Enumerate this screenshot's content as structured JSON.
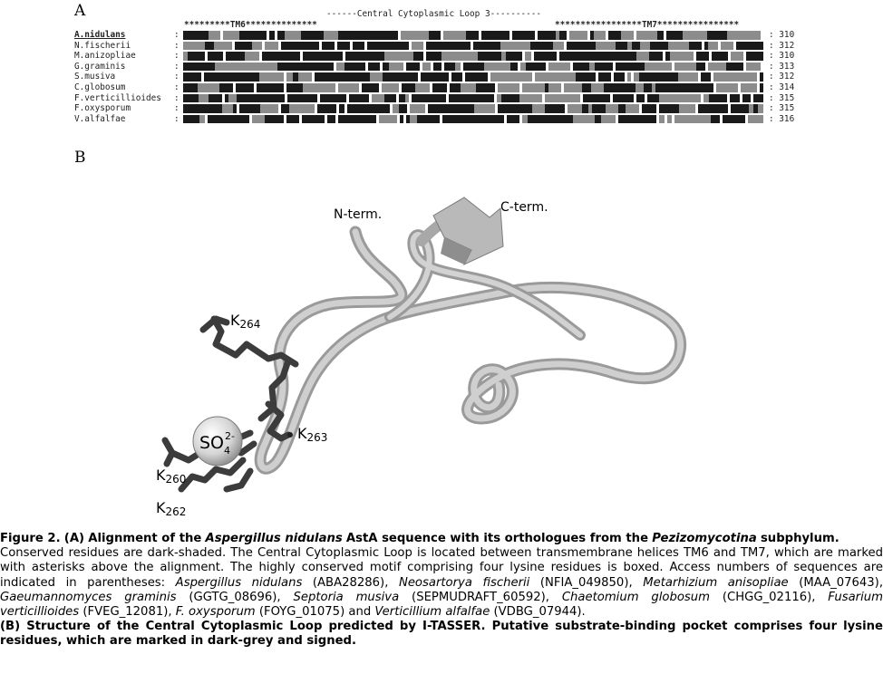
{
  "panel_a": {
    "label": "A",
    "loop_header": "------Central Cytoplasmic Loop 3----------",
    "tm6_marker": "*********TM6**************",
    "tm7_marker": "*****************TM7****************",
    "rows": [
      {
        "name": "A.nidulans",
        "bold": true,
        "end": "310"
      },
      {
        "name": "N.fischerii",
        "bold": false,
        "end": "312"
      },
      {
        "name": "M.anizopliae",
        "bold": false,
        "end": "310"
      },
      {
        "name": "G.graminis",
        "bold": false,
        "end": "313"
      },
      {
        "name": "S.musiva",
        "bold": false,
        "end": "312"
      },
      {
        "name": "C.globosum",
        "bold": false,
        "end": "314"
      },
      {
        "name": "F.verticillioides",
        "bold": false,
        "end": "315"
      },
      {
        "name": "F.oxysporum",
        "bold": false,
        "end": "315"
      },
      {
        "name": "V.alfalfae",
        "bold": false,
        "end": "316"
      }
    ]
  },
  "panel_b": {
    "label": "B",
    "n_term": "N-term.",
    "c_term": "C-term.",
    "k264": {
      "k": "K",
      "num": "264"
    },
    "k263": {
      "k": "K",
      "num": "263"
    },
    "k260": {
      "k": "K",
      "num": "260"
    },
    "k262": {
      "k": "K",
      "num": "262"
    },
    "so4": {
      "base": "SO",
      "sub": "4",
      "sup": "2-"
    }
  },
  "caption": {
    "fig_label": "Figure 2.",
    "a_marker": "(A)",
    "a_title_1": "Alignment of the",
    "a_species": "Aspergillus nidulans",
    "a_title_2": "AstA sequence with its orthologues from the",
    "a_subphylum": "Pezizomycotina",
    "a_title_3": "subphylum.",
    "body_1": "Conserved residues are dark-shaded. The Central Cytoplasmic Loop is located between transmembrane helices TM6 and TM7, which are marked with asterisks above the alignment. The highly conserved motif comprising four lysine residues is boxed. Access numbers of sequences are indicated in parentheses:",
    "sp1": "Aspergillus nidulans",
    "acc1": "(ABA28286),",
    "sp2": "Neosartorya fischerii",
    "acc2": "(NFIA_049850),",
    "sp3": "Metarhizium anisopliae",
    "acc3": "(MAA_07643),",
    "sp4": "Gaeumannomyces graminis",
    "acc4": "(GGTG_08696),",
    "sp5": "Septoria musiva",
    "acc5": "(SEPMUDRAFT_60592),",
    "sp6": "Chaetomium globosum",
    "acc6": "(CHGG_02116),",
    "sp7": "Fusarium verticillioides",
    "acc7": "(FVEG_12081),",
    "sp8": "F. oxysporum",
    "acc8": "(FOYG_01075) and",
    "sp9": "Verticillium alfalfae",
    "acc9": "(VDBG_07944).",
    "b_text": "(B) Structure of the Central Cytoplasmic Loop predicted by I-TASSER. Putative substrate-binding pocket comprises four lysine residues, which are marked in dark-grey and signed."
  }
}
